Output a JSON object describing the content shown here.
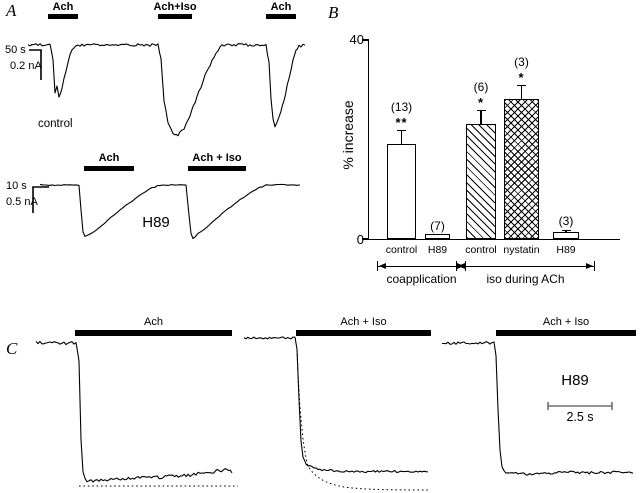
{
  "figure": {
    "panelA": {
      "label": "A",
      "top": {
        "applications": [
          {
            "label": "Ach"
          },
          {
            "label": "Ach+Iso"
          },
          {
            "label": "Ach"
          }
        ],
        "scale_time": "50 s",
        "scale_current": "0.2 nA",
        "condition": "control"
      },
      "bottom": {
        "applications": [
          {
            "label": "Ach"
          },
          {
            "label": "Ach + Iso"
          }
        ],
        "scale_time": "10 s",
        "scale_current": "0.5 nA",
        "condition": "H89"
      }
    },
    "panelB": {
      "label": "B"
    },
    "panelC": {
      "label": "C",
      "traces": [
        {
          "application": "Ach"
        },
        {
          "application": "Ach + Iso"
        },
        {
          "application": "Ach + Iso",
          "condition": "H89"
        }
      ],
      "scale_bar": "2.5 s"
    }
  },
  "chart_data": {
    "type": "bar",
    "title": "",
    "xlabel": "",
    "ylabel": "% increase",
    "ylim": [
      0,
      40
    ],
    "yticks": [
      0,
      40
    ],
    "grid": false,
    "legend": "none",
    "categories": [
      "control",
      "H89",
      "control",
      "nystatin",
      "H89"
    ],
    "values": [
      19,
      1,
      23,
      28,
      1.5
    ],
    "errors": [
      3,
      0,
      3,
      3,
      0.5
    ],
    "n_labels": [
      "(13)",
      "(7)",
      "(6)",
      "(3)",
      "(3)"
    ],
    "significance": [
      "**",
      "",
      "*",
      "*",
      ""
    ],
    "patterns": [
      "plain",
      "plain",
      "diagonal",
      "crosshatch",
      "plain"
    ],
    "groups": [
      {
        "label": "coapplication",
        "bars": [
          0,
          1
        ]
      },
      {
        "label": "iso during ACh",
        "bars": [
          2,
          3,
          4
        ]
      }
    ]
  }
}
